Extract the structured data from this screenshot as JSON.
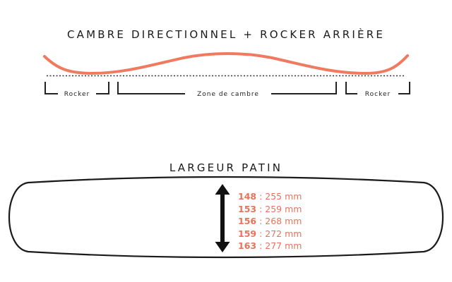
{
  "profile": {
    "title": "CAMBRE DIRECTIONNEL + ROCKER ARRIÈRE",
    "zones": [
      "Rocker",
      "Zone de cambre",
      "Rocker"
    ]
  },
  "width": {
    "title": "LARGEUR PATIN",
    "sizes": [
      {
        "size": "148",
        "width": "255 mm"
      },
      {
        "size": "153",
        "width": "259 mm"
      },
      {
        "size": "156",
        "width": "268 mm"
      },
      {
        "size": "159",
        "width": "272 mm"
      },
      {
        "size": "163",
        "width": "277 mm"
      }
    ]
  },
  "colors": {
    "profile_line": "#f07a60",
    "size_text": "#e8735a",
    "outline": "#1a1a1a"
  }
}
